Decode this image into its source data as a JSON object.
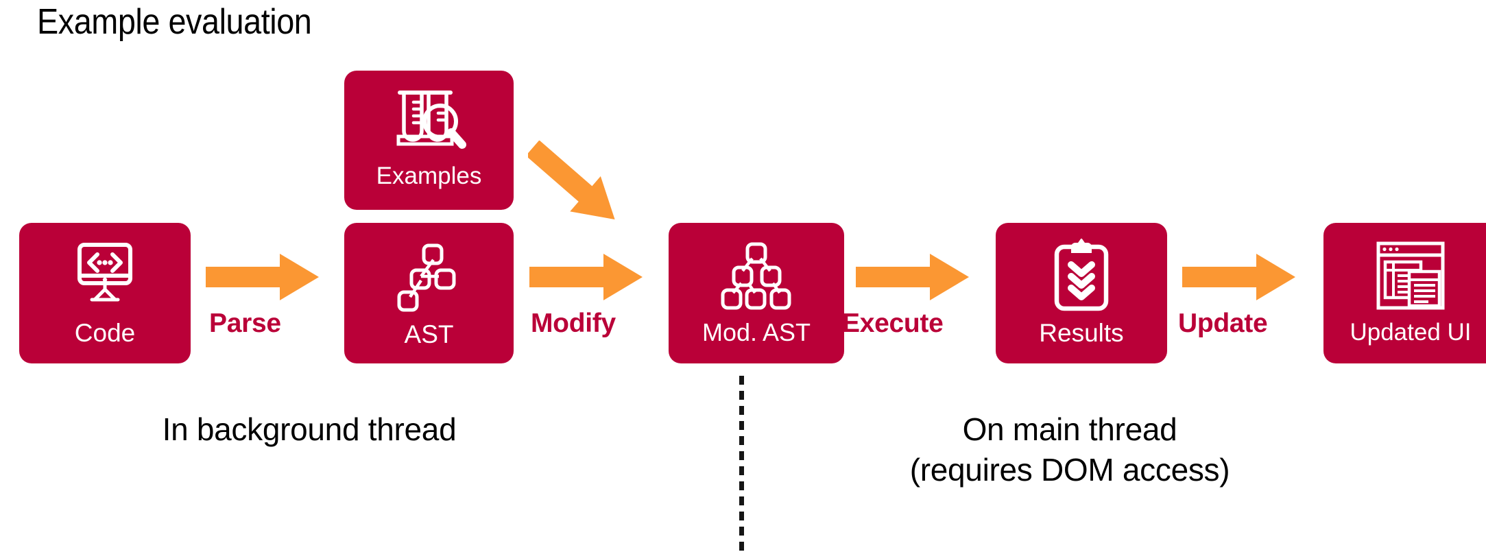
{
  "title": "Example evaluation",
  "colors": {
    "crimson": "#BA0038",
    "orange": "#FB9733",
    "text": "#000000",
    "white": "#FFFFFF"
  },
  "pipeline": {
    "nodes": [
      {
        "id": "code",
        "label": "Code",
        "icon": "monitor-code-icon"
      },
      {
        "id": "examples",
        "label": "Examples",
        "icon": "test-tubes-magnifier-icon"
      },
      {
        "id": "ast",
        "label": "AST",
        "icon": "tree-nodes-icon"
      },
      {
        "id": "modast",
        "label": "Mod. AST",
        "icon": "tree-nodes-expanded-icon"
      },
      {
        "id": "results",
        "label": "Results",
        "icon": "clipboard-checks-icon"
      },
      {
        "id": "updatedui",
        "label": "Updated UI",
        "icon": "browser-window-icon"
      }
    ],
    "arrows": [
      {
        "id": "parse",
        "label": "Parse",
        "from": "code",
        "to": "ast",
        "direction": "right"
      },
      {
        "id": "modify",
        "label": "Modify",
        "from": "ast",
        "to": "modast",
        "direction": "right"
      },
      {
        "id": "execute",
        "label": "Execute",
        "from": "modast",
        "to": "results",
        "direction": "right"
      },
      {
        "id": "update",
        "label": "Update",
        "from": "results",
        "to": "updatedui",
        "direction": "right"
      },
      {
        "id": "examples-feed",
        "label": "",
        "from": "examples",
        "to": "modast",
        "direction": "down-right"
      }
    ]
  },
  "captions": {
    "background": "In background thread",
    "main_line1": "On main thread",
    "main_line2": "(requires DOM access)"
  }
}
